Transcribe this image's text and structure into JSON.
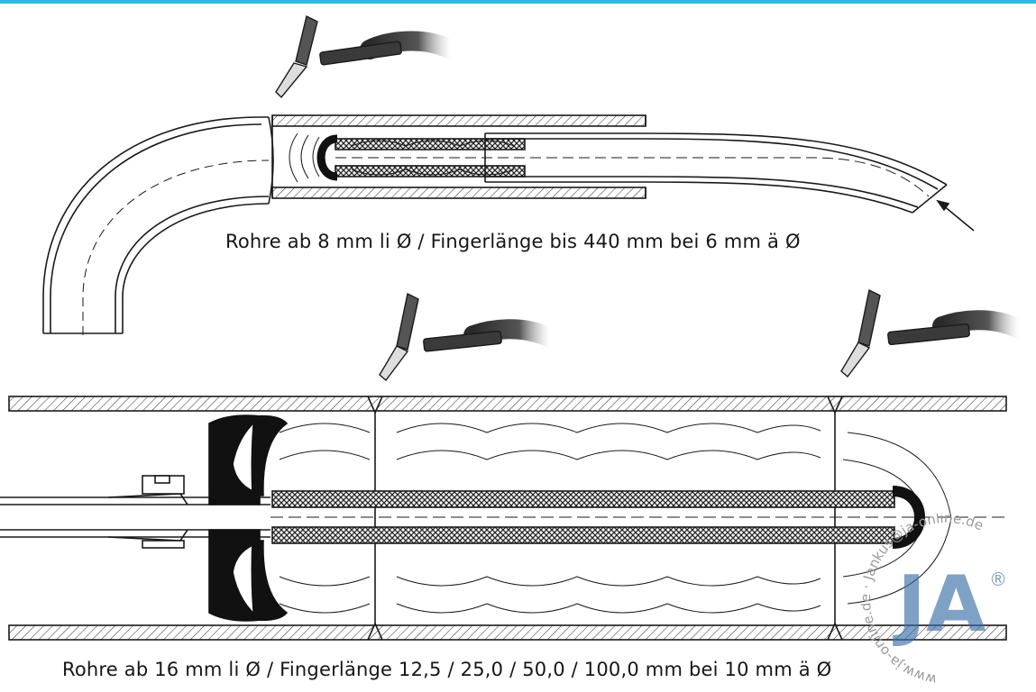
{
  "captions": {
    "top": "Rohre ab 8 mm li Ø / Fingerlänge bis 440 mm bei 6 mm ä Ø",
    "bottom": "Rohre ab 16 mm li Ø / Fingerlänge 12,5 / 25,0 / 50,0 / 100,0 mm bei 10 mm ä Ø"
  },
  "watermark": {
    "logo": "JA",
    "mark": "®",
    "text": "www.ja-online.de · Jankus@ja-online.de"
  },
  "colors": {
    "line": "#1a1a1a",
    "hatch": "#3a3a3a",
    "accent_bar": "#33b5e5",
    "logo_blue": "#3b6fa8"
  }
}
